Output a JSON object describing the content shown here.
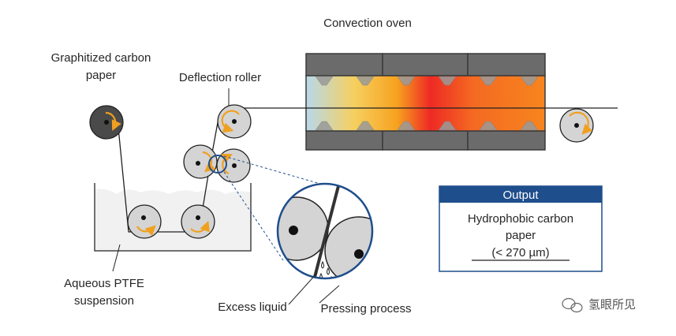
{
  "labels": {
    "convection_oven": "Convection oven",
    "graphitized_line1": "Graphitized carbon",
    "graphitized_line2": "paper",
    "deflection_roller": "Deflection roller",
    "ptfe_line1": "Aqueous PTFE",
    "ptfe_line2": "suspension",
    "excess_liquid": "Excess liquid",
    "pressing_process": "Pressing process"
  },
  "output": {
    "title": "Output",
    "line1": "Hydrophobic carbon",
    "line2": "paper",
    "line3": "(< 270 µm)"
  },
  "watermark": "氢眼所见",
  "colors": {
    "roller_fill": "#d4d4d4",
    "roller_dark": "#4a4a4a",
    "arrow": "#f0a020",
    "output_blue": "#1f4e8c",
    "oven_body": "#6b6b6b",
    "heat_left": "#b8d8ea",
    "heat_mid": "#f7c624",
    "heat_peak": "#ee2a24",
    "heat_right": "#f7851e"
  }
}
